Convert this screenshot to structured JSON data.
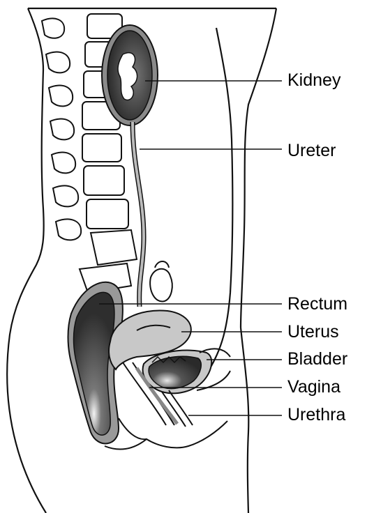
{
  "labels": {
    "kidney": "Kidney",
    "ureter": "Ureter",
    "rectum": "Rectum",
    "uterus": "Uterus",
    "bladder": "Bladder",
    "vagina": "Vagina",
    "urethra": "Urethra"
  },
  "colors": {
    "outline": "#111111",
    "dark_organ": "#3a3a3a",
    "mid_organ": "#8a8a8a",
    "light_organ": "#c8c8c8",
    "background": "#ffffff"
  }
}
